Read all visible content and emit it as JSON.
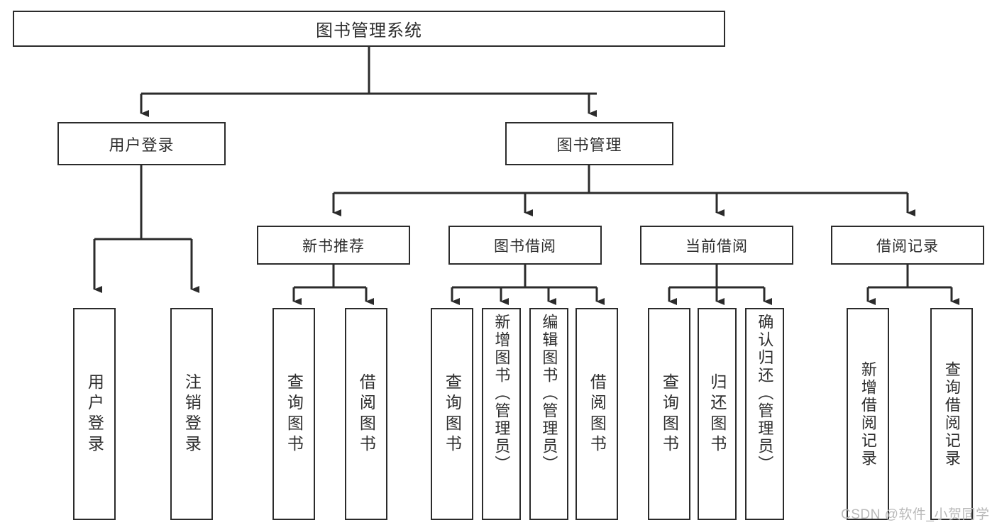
{
  "diagram": {
    "type": "tree",
    "title": "图书管理系统",
    "root": {
      "label": "图书管理系统"
    },
    "level1": [
      {
        "label": "用户登录"
      },
      {
        "label": "图书管理"
      }
    ],
    "level2": [
      {
        "label": "新书推荐"
      },
      {
        "label": "图书借阅"
      },
      {
        "label": "当前借阅"
      },
      {
        "label": "借阅记录"
      }
    ],
    "leaves": {
      "user_login": [
        {
          "label": "用户登录"
        },
        {
          "label": "注销登录"
        }
      ],
      "new_book_recommend": [
        {
          "label": "查询图书"
        },
        {
          "label": "借阅图书"
        }
      ],
      "book_borrow": [
        {
          "label": "查询图书"
        },
        {
          "label": "新增图书（管理员）"
        },
        {
          "label": "编辑图书（管理员）"
        },
        {
          "label": "借阅图书"
        }
      ],
      "current_borrow": [
        {
          "label": "查询图书"
        },
        {
          "label": "归还图书"
        },
        {
          "label": "确认归还（管理员）"
        }
      ],
      "borrow_record": [
        {
          "label": "新增借阅记录"
        },
        {
          "label": "查询借阅记录"
        }
      ]
    }
  },
  "watermark": {
    "text": "CSDN @软件_小贺同学"
  },
  "colors": {
    "border": "#2b2b2b",
    "text": "#2e2e2e",
    "background": "#ffffff",
    "watermark": "#b9b9b9"
  }
}
